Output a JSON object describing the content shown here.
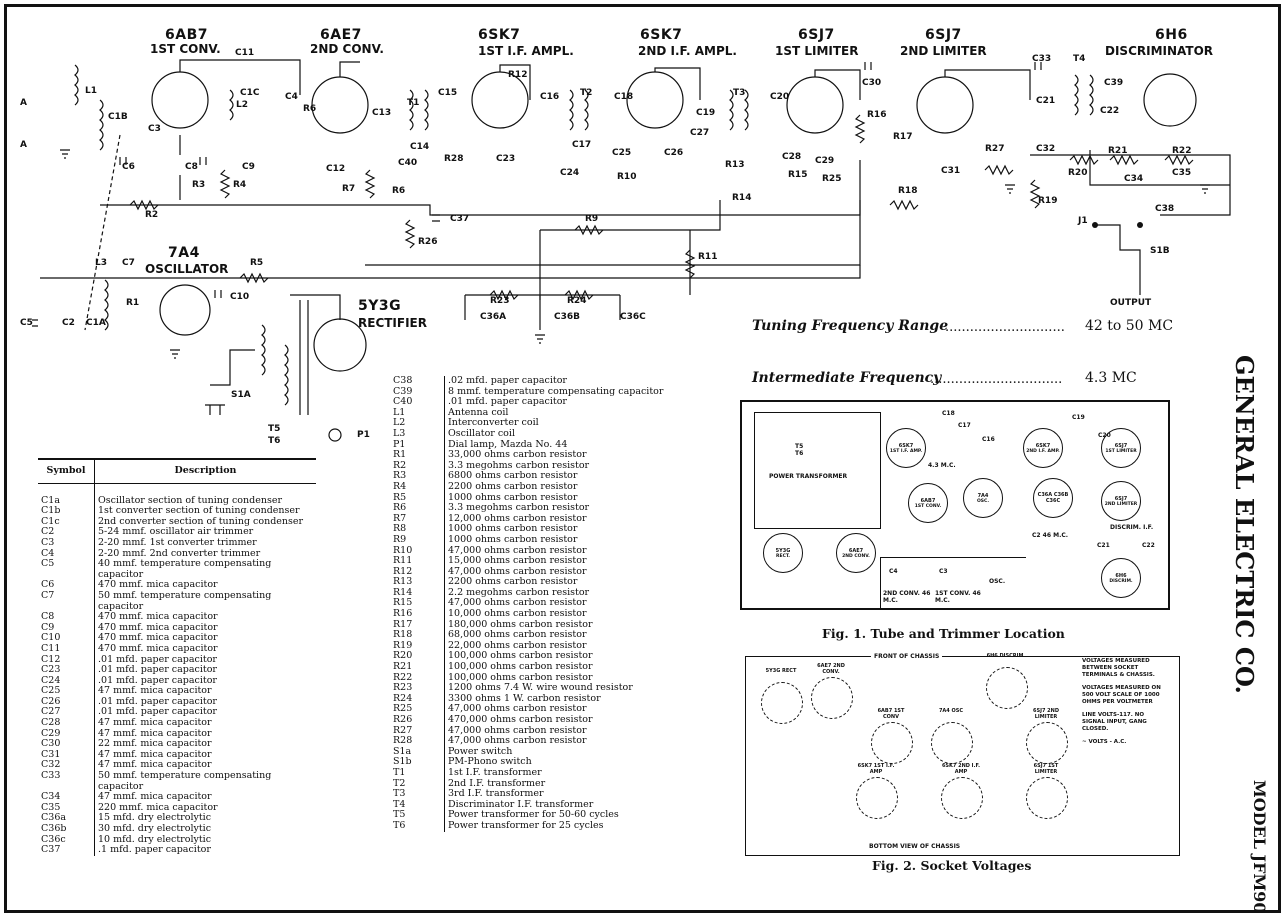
{
  "tubes": {
    "t1": {
      "name": "6AB7",
      "role": "1ST CONV."
    },
    "t2": {
      "name": "6AE7",
      "role": "2ND CONV."
    },
    "t3": {
      "name": "6SK7",
      "role": "1ST I.F. AMPL."
    },
    "t4": {
      "name": "6SK7",
      "role": "2ND I.F. AMPL."
    },
    "t5": {
      "name": "6SJ7",
      "role": "1ST LIMITER"
    },
    "t6": {
      "name": "6SJ7",
      "role": "2ND LIMITER"
    },
    "t7": {
      "name": "6H6",
      "role": "DISCRIMINATOR"
    },
    "osc": {
      "name": "7A4",
      "role": "OSCILLATOR"
    },
    "rect": {
      "name": "5Y3G",
      "role": "RECTIFIER"
    }
  },
  "components": {
    "L1": "L1",
    "L2": "L2",
    "L3": "L3",
    "C11": "C11",
    "C1B": "C1B",
    "C3": "C3",
    "C6": "C6",
    "C8": "C8",
    "C1C": "C1C",
    "C4": "C4",
    "R6": "R6",
    "C9": "C9",
    "R3": "R3",
    "R4": "R4",
    "C12": "C12",
    "R7": "R7",
    "R5a": "R5",
    "C13": "C13",
    "C40": "C40",
    "T1": "T1",
    "C14": "C14",
    "C15": "C15",
    "R28": "R28",
    "C37": "C37",
    "R26": "R26",
    "R12": "R12",
    "C23": "C23",
    "C16": "C16",
    "T2": "T2",
    "C17": "C17",
    "C18": "C18",
    "C24": "C24",
    "C25": "C25",
    "C26": "C26",
    "R10": "R10",
    "C19": "C19",
    "T3": "T3",
    "C27": "C27",
    "R13": "R13",
    "R14": "R14",
    "C20": "C20",
    "C28": "C28",
    "R15": "R15",
    "C29": "C29",
    "R25": "R25",
    "C30": "C30",
    "R16": "R16",
    "R17": "R17",
    "C31": "C31",
    "R18": "R18",
    "R27": "R27",
    "C33": "C33",
    "T4": "T4",
    "C39": "C39",
    "C21": "C21",
    "C22": "C22",
    "C32": "C32",
    "R20": "R20",
    "R21": "R21",
    "R22": "R22",
    "C34": "C34",
    "C35": "C35",
    "R19": "R19",
    "C38": "C38",
    "J1": "J1",
    "S1B": "S1B",
    "OUTPUT": "OUTPUT",
    "R2": "R2",
    "R9": "R9",
    "R11": "R11",
    "C7": "C7",
    "R5": "R5",
    "R1": "R1",
    "C10": "C10",
    "C5": "C5",
    "C2": "C2",
    "C1A": "C1A",
    "R23": "R23",
    "R24": "R24",
    "C36A": "C36A",
    "C36B": "C36B",
    "C36C": "C36C",
    "S1A": "S1A",
    "T5": "T5",
    "T6": "T6",
    "P1": "P1",
    "A1": "A",
    "A2": "A"
  },
  "specs": {
    "tuning_label": "Tuning Frequency Range",
    "tuning_value": "42 to 50 MC",
    "if_label": "Intermediate Frequency",
    "if_value": "4.3 MC"
  },
  "manufacturer": "GENERAL ELECTRIC CO.",
  "model": "MODEL JFM90",
  "parts_table": {
    "header_symbol": "Symbol",
    "header_description": "Description",
    "rows": [
      [
        "C1a",
        "Oscillator section of tuning condenser"
      ],
      [
        "C1b",
        "1st converter section of tuning condenser"
      ],
      [
        "C1c",
        "2nd converter section of tuning condenser"
      ],
      [
        "C2",
        "5-24 mmf. oscillator air trimmer"
      ],
      [
        "C3",
        "2-20 mmf. 1st converter trimmer"
      ],
      [
        "C4",
        "2-20 mmf. 2nd converter trimmer"
      ],
      [
        "C5",
        "40 mmf. temperature compensating capacitor"
      ],
      [
        "C6",
        "470 mmf. mica capacitor"
      ],
      [
        "C7",
        "50 mmf. temperature compensating capacitor"
      ],
      [
        "C8",
        "470 mmf. mica capacitor"
      ],
      [
        "C9",
        "470 mmf. mica capacitor"
      ],
      [
        "C10",
        "470 mmf. mica capacitor"
      ],
      [
        "C11",
        "470 mmf. mica capacitor"
      ],
      [
        "C12",
        ".01 mfd. paper capacitor"
      ],
      [
        "C23",
        ".01 mfd. paper capacitor"
      ],
      [
        "C24",
        ".01 mfd. paper capacitor"
      ],
      [
        "C25",
        "47 mmf. mica capacitor"
      ],
      [
        "C26",
        ".01 mfd. paper capacitor"
      ],
      [
        "C27",
        ".01 mfd. paper capacitor"
      ],
      [
        "C28",
        "47 mmf. mica capacitor"
      ],
      [
        "C29",
        "47 mmf. mica capacitor"
      ],
      [
        "C30",
        "22 mmf. mica capacitor"
      ],
      [
        "C31",
        "47 mmf. mica capacitor"
      ],
      [
        "C32",
        "47 mmf. mica capacitor"
      ],
      [
        "C33",
        "50 mmf. temperature compensating capacitor"
      ],
      [
        "C34",
        "47 mmf. mica capacitor"
      ],
      [
        "C35",
        "220 mmf. mica capacitor"
      ],
      [
        "C36a",
        "15 mfd. dry electrolytic"
      ],
      [
        "C36b",
        "30 mfd. dry electrolytic"
      ],
      [
        "C36c",
        "10 mfd. dry electrolytic"
      ],
      [
        "C37",
        ".1 mfd. paper capacitor"
      ]
    ]
  },
  "parts_list2": [
    [
      "C38",
      ".02 mfd. paper capacitor"
    ],
    [
      "C39",
      "8 mmf. temperature compensating capacitor"
    ],
    [
      "C40",
      ".01 mfd. paper capacitor"
    ],
    [
      "L1",
      "Antenna coil"
    ],
    [
      "L2",
      "Interconverter coil"
    ],
    [
      "L3",
      "Oscillator coil"
    ],
    [
      "P1",
      "Dial lamp, Mazda No. 44"
    ],
    [
      "R1",
      "33,000 ohms carbon resistor"
    ],
    [
      "R2",
      "3.3 megohms carbon resistor"
    ],
    [
      "R3",
      "6800 ohms carbon resistor"
    ],
    [
      "R4",
      "2200 ohms carbon resistor"
    ],
    [
      "R5",
      "1000 ohms carbon resistor"
    ],
    [
      "R6",
      "3.3 megohms carbon resistor"
    ],
    [
      "R7",
      "12,000 ohms carbon resistor"
    ],
    [
      "R8",
      "1000 ohms carbon resistor"
    ],
    [
      "R9",
      "1000 ohms carbon resistor"
    ],
    [
      "R10",
      "47,000 ohms carbon resistor"
    ],
    [
      "R11",
      "15,000 ohms carbon resistor"
    ],
    [
      "R12",
      "47,000 ohms carbon resistor"
    ],
    [
      "R13",
      "2200 ohms carbon resistor"
    ],
    [
      "R14",
      "2.2 megohms carbon resistor"
    ],
    [
      "R15",
      "47,000 ohms carbon resistor"
    ],
    [
      "R16",
      "10,000 ohms carbon resistor"
    ],
    [
      "R17",
      "180,000 ohms carbon resistor"
    ],
    [
      "R18",
      "68,000 ohms carbon resistor"
    ],
    [
      "R19",
      "22,000 ohms carbon resistor"
    ],
    [
      "R20",
      "100,000 ohms carbon resistor"
    ],
    [
      "R21",
      "100,000 ohms carbon resistor"
    ],
    [
      "R22",
      "100,000 ohms carbon resistor"
    ],
    [
      "R23",
      "1200 ohms 7.4 W. wire wound resistor"
    ],
    [
      "R24",
      "3300 ohms 1 W. carbon resistor"
    ],
    [
      "R25",
      "47,000 ohms carbon resistor"
    ],
    [
      "R26",
      "470,000 ohms carbon resistor"
    ],
    [
      "R27",
      "47,000 ohms carbon resistor"
    ],
    [
      "R28",
      "47,000 ohms carbon resistor"
    ],
    [
      "S1a",
      "Power switch"
    ],
    [
      "S1b",
      "PM-Phono switch"
    ],
    [
      "T1",
      "1st I.F. transformer"
    ],
    [
      "T2",
      "2nd I.F. transformer"
    ],
    [
      "T3",
      "3rd I.F. transformer"
    ],
    [
      "T4",
      "Discriminator I.F. transformer"
    ],
    [
      "T5",
      "Power transformer for 50-60 cycles"
    ],
    [
      "T6",
      "Power transformer for 25 cycles"
    ]
  ],
  "fig1": {
    "caption": "Fig. 1.   Tube and Trimmer Location",
    "power_transformer": "POWER TRANSFORMER",
    "t5t6": "T5\nT6",
    "sockets": [
      {
        "id": "s1",
        "a": "6SK7",
        "b": "1ST I.F. AMP."
      },
      {
        "id": "s2",
        "a": "6SK7",
        "b": "2ND I.F. AMP."
      },
      {
        "id": "s3",
        "a": "6SJ7",
        "b": "1ST LIMITER"
      },
      {
        "id": "s4",
        "a": "6SJ7",
        "b": "2ND LIMITER"
      },
      {
        "id": "s5",
        "a": "6AB7",
        "b": "1ST CONV."
      },
      {
        "id": "s6",
        "a": "7A4",
        "b": "OSC."
      },
      {
        "id": "s7",
        "a": "C36A C36B C36C",
        "b": ""
      },
      {
        "id": "s8",
        "a": "5Y3G",
        "b": "RECT."
      },
      {
        "id": "s9",
        "a": "6AE7",
        "b": "2ND CONV."
      },
      {
        "id": "s10",
        "a": "6H6",
        "b": "DISCRIM."
      }
    ],
    "trims": {
      "c4": "C4",
      "c3": "C3",
      "osc": "OSC.",
      "c4sub": "2ND CONV. 46 M.C.",
      "c3sub": "1ST CONV. 46 M.C.",
      "c2": "C2 46 M.C.",
      "c18": "C18",
      "c17": "C17",
      "c16": "C16",
      "c19": "C19",
      "c20": "C20",
      "discrim": "DISCRIM. I.F.",
      "c21": "C21",
      "c22": "C22",
      "mc43": "4.3 M.C."
    }
  },
  "fig2": {
    "caption": "Fig. 2.   Socket Voltages",
    "front": "FRONT OF CHASSIS",
    "bottom": "BOTTOM VIEW OF CHASSIS",
    "notes": [
      "VOLTAGES MEASURED BETWEEN SOCKET TERMINALS & CHASSIS.",
      "VOLTAGES MEASURED ON 500 VOLT SCALE OF 1000 OHMS PER VOLTMETER",
      "LINE VOLTS-117. NO SIGNAL INPUT, GANG CLOSED.",
      "~ VOLTS - A.C."
    ],
    "tubes": [
      {
        "n": "5Y3G",
        "r": "RECT"
      },
      {
        "n": "6AE7",
        "r": "2ND CONV."
      },
      {
        "n": "6AB7",
        "r": "1ST CONV"
      },
      {
        "n": "7A4",
        "r": "OSC"
      },
      {
        "n": "6H6",
        "r": "DISCRIM."
      },
      {
        "n": "6SJ7",
        "r": "2ND LIMITER"
      },
      {
        "n": "6SK7",
        "r": "1ST I.F. AMP"
      },
      {
        "n": "6SK7",
        "r": "2ND I.F. AMP"
      },
      {
        "n": "6SJ7",
        "r": "1ST LIMITER"
      }
    ]
  }
}
